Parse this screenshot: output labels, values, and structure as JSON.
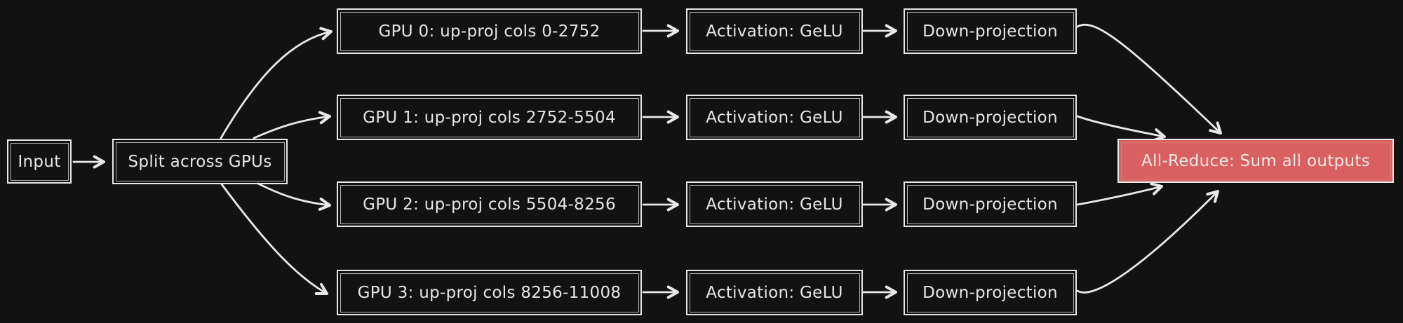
{
  "diagram": {
    "type": "flowchart",
    "theme": {
      "background": "#121212",
      "stroke": "#e8e8e6",
      "text": "#e8e6e3",
      "allreduce_fill": "#d96060",
      "allreduce_text": "#f1e7e7"
    },
    "nodes": {
      "input": {
        "label": "Input"
      },
      "split": {
        "label": "Split across GPUs"
      },
      "all_reduce": {
        "label": "All-Reduce: Sum all outputs"
      }
    },
    "gpu_rows": [
      {
        "gpu_label": "GPU 0: up-proj cols 0-2752",
        "activation_label": "Activation: GeLU",
        "down_label": "Down-projection"
      },
      {
        "gpu_label": "GPU 1: up-proj cols 2752-5504",
        "activation_label": "Activation: GeLU",
        "down_label": "Down-projection"
      },
      {
        "gpu_label": "GPU 2: up-proj cols 5504-8256",
        "activation_label": "Activation: GeLU",
        "down_label": "Down-projection"
      },
      {
        "gpu_label": "GPU 3: up-proj cols 8256-11008",
        "activation_label": "Activation: GeLU",
        "down_label": "Down-projection"
      }
    ]
  }
}
